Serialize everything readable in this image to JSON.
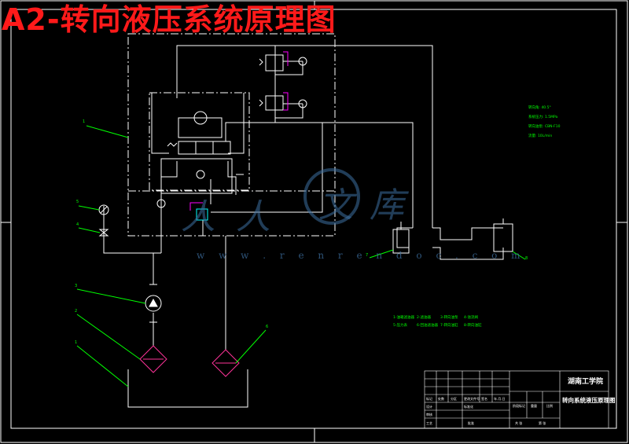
{
  "title": "A2-转向液压系统原理图",
  "watermark": {
    "text": "w w w . r e n r e n d o c . c o m",
    "char1": "人",
    "char2": "人",
    "char3": "文",
    "char4": "库"
  },
  "callouts": [
    "1",
    "5",
    "4",
    "3",
    "2",
    "1",
    "6",
    "7",
    "8"
  ],
  "params": [
    "转向角: 40.5°",
    "系统压力: 1.5MPa",
    "转向油泵: CBN-F10",
    "流量: 10L/min"
  ],
  "legend": [
    "1-油箱滤油器",
    "2-滤油器",
    "3-转向油泵",
    "4-溢流阀",
    "5-压力表",
    "6-回油滤油器",
    "7-转向油缸",
    "8-转向油缸"
  ],
  "title_block": {
    "school": "湖南工学院",
    "drawing_name": "转向系统液压原理图",
    "row_labels": [
      "标记",
      "处数",
      "分区",
      "更改文件号",
      "签名",
      "年.月.日"
    ],
    "left_labels": [
      "设计",
      "审核",
      "工艺"
    ],
    "right_labels": [
      "阶段标记",
      "重量",
      "比例"
    ],
    "bottom_labels": [
      "共 张",
      "第 张"
    ],
    "standard": "标准化",
    "approve": "批准"
  },
  "colors": {
    "line": "#ffffff",
    "dash": "#ffffff",
    "callout": "#00ff00",
    "component": "#00ffff",
    "magenta": "#ff00ff",
    "filter": "#ff3399",
    "red": "#ff1a1a",
    "watermark": "#3d6fa0"
  }
}
